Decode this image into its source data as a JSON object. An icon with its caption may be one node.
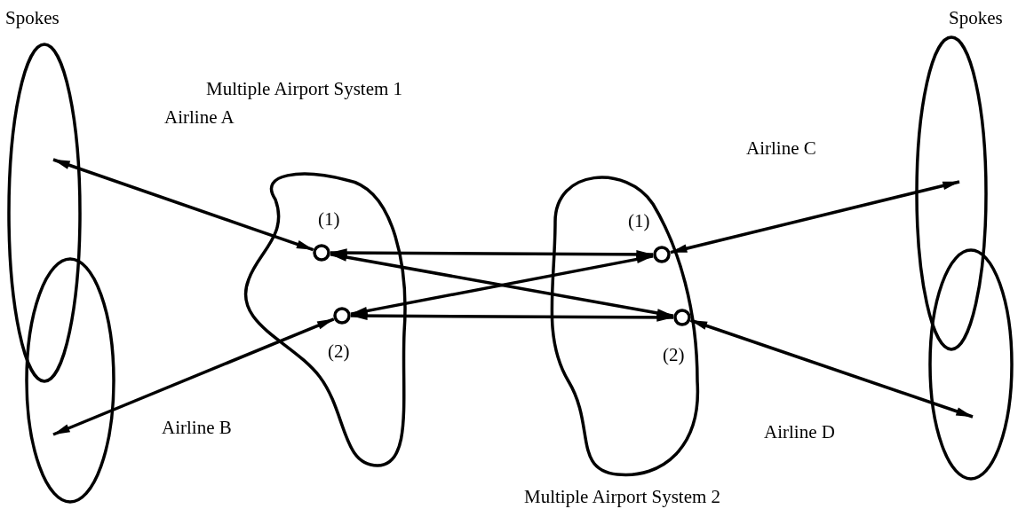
{
  "diagram": {
    "nodes": [
      {
        "text": [],
        "shape": "ellipse",
        "beside": [
          "Spokes"
        ]
      },
      {
        "text": [],
        "shape": "ellipse"
      },
      {
        "text": [],
        "shape": "ellipse",
        "beside": [
          "Spokes"
        ]
      },
      {
        "text": [],
        "shape": "ellipse"
      },
      {
        "text": [
          "Multiple Airport System 1"
        ]
      },
      {
        "text": [],
        "shape": "circle",
        "in": 4,
        "beside": [
          "(1)"
        ]
      },
      {
        "text": [],
        "shape": "circle",
        "in": 4,
        "beside": [
          "(2)"
        ]
      },
      {
        "text": [
          "Multiple Airport System 2"
        ]
      },
      {
        "text": [],
        "shape": "circle",
        "in": 7,
        "beside": [
          "(1)"
        ]
      },
      {
        "text": [],
        "shape": "circle",
        "in": 7,
        "beside": [
          "(2)"
        ]
      }
    ],
    "edges": [
      {
        "from": 0,
        "to": 5,
        "arrow": "both",
        "label": "Airline A"
      },
      {
        "from": 1,
        "to": 6,
        "arrow": "both",
        "label": "Airline B"
      },
      {
        "from": 5,
        "to": 8,
        "arrow": "both"
      },
      {
        "from": 5,
        "to": 9,
        "arrow": "both"
      },
      {
        "from": 6,
        "to": 8,
        "arrow": "both"
      },
      {
        "from": 6,
        "to": 9,
        "arrow": "both"
      },
      {
        "from": 8,
        "to": 2,
        "arrow": "both",
        "label": "Airline C"
      },
      {
        "from": 9,
        "to": 3,
        "arrow": "both",
        "label": "Airline D"
      }
    ]
  }
}
